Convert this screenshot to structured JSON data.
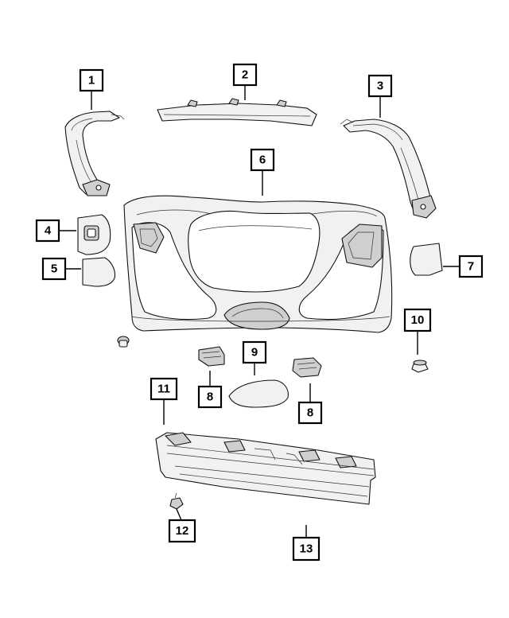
{
  "callouts": [
    {
      "id": "callout-1",
      "label": "1"
    },
    {
      "id": "callout-2",
      "label": "2"
    },
    {
      "id": "callout-3",
      "label": "3"
    },
    {
      "id": "callout-4",
      "label": "4"
    },
    {
      "id": "callout-5",
      "label": "5"
    },
    {
      "id": "callout-6",
      "label": "6"
    },
    {
      "id": "callout-7",
      "label": "7"
    },
    {
      "id": "callout-8a",
      "label": "8"
    },
    {
      "id": "callout-8b",
      "label": "8"
    },
    {
      "id": "callout-9",
      "label": "9"
    },
    {
      "id": "callout-10",
      "label": "10"
    },
    {
      "id": "callout-11",
      "label": "11"
    },
    {
      "id": "callout-12",
      "label": "12"
    },
    {
      "id": "callout-13",
      "label": "13"
    }
  ],
  "colors": {
    "line": "#000000",
    "part_fill": "#f1f1f1",
    "part_shadow": "#cfcfcf",
    "background": "#ffffff"
  }
}
